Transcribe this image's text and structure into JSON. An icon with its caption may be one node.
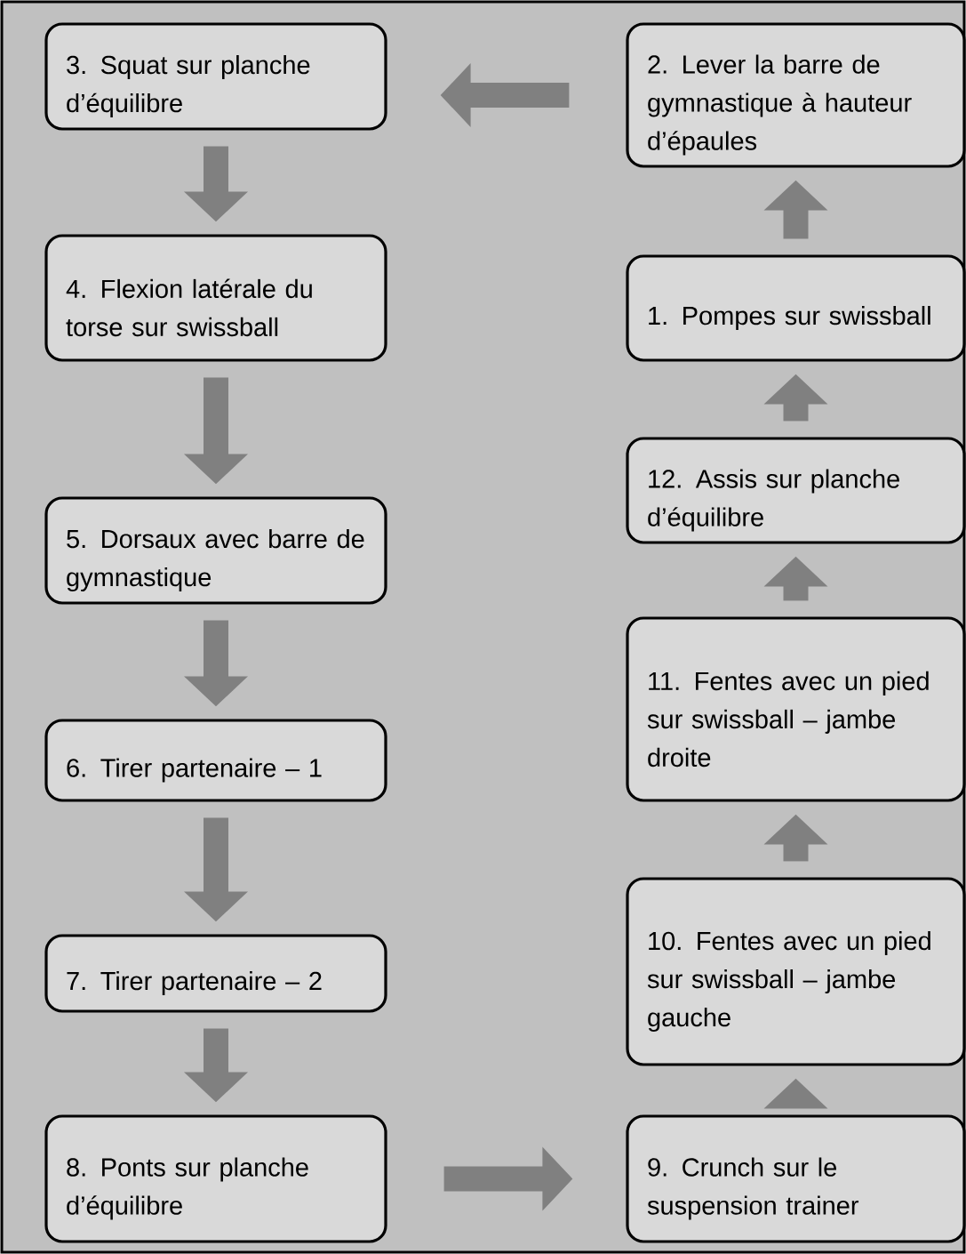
{
  "diagram": {
    "nodes": [
      {
        "text": [
          "3. Squat sur planche d’équilibre"
        ]
      },
      {
        "text": [
          "2. Lever la barre de gymnastique à hauteur d’épaules"
        ]
      },
      {
        "text": [
          "4. Flexion latérale du torse sur swissball"
        ]
      },
      {
        "text": [
          "1. Pompes sur swissball"
        ]
      },
      {
        "text": [
          "5. Dorsaux avec barre de gymnastique"
        ]
      },
      {
        "text": [
          "12. Assis sur planche d’équilibre"
        ]
      },
      {
        "text": [
          "6. Tirer partenaire – 1"
        ]
      },
      {
        "text": [
          "11. Fentes avec un pied sur swissball – jambe droite"
        ]
      },
      {
        "text": [
          "7. Tirer partenaire – 2"
        ]
      },
      {
        "text": [
          "10. Fentes avec un pied sur swissball – jambe gauche"
        ]
      },
      {
        "text": [
          "8. Ponts sur planche d’équilibre"
        ]
      },
      {
        "text": [
          "9. Crunch sur le suspension trainer"
        ]
      }
    ],
    "edges": [
      {
        "from": 1,
        "to": 0,
        "arrow": "to"
      },
      {
        "from": 0,
        "to": 2,
        "arrow": "to"
      },
      {
        "from": 2,
        "to": 4,
        "arrow": "to"
      },
      {
        "from": 4,
        "to": 6,
        "arrow": "to"
      },
      {
        "from": 6,
        "to": 8,
        "arrow": "to"
      },
      {
        "from": 8,
        "to": 10,
        "arrow": "to"
      },
      {
        "from": 10,
        "to": 11,
        "arrow": "to"
      },
      {
        "from": 11,
        "to": 9,
        "arrow": "to"
      },
      {
        "from": 9,
        "to": 7,
        "arrow": "to"
      },
      {
        "from": 7,
        "to": 5,
        "arrow": "to"
      },
      {
        "from": 5,
        "to": 3,
        "arrow": "to"
      },
      {
        "from": 3,
        "to": 1,
        "arrow": "to"
      }
    ]
  }
}
